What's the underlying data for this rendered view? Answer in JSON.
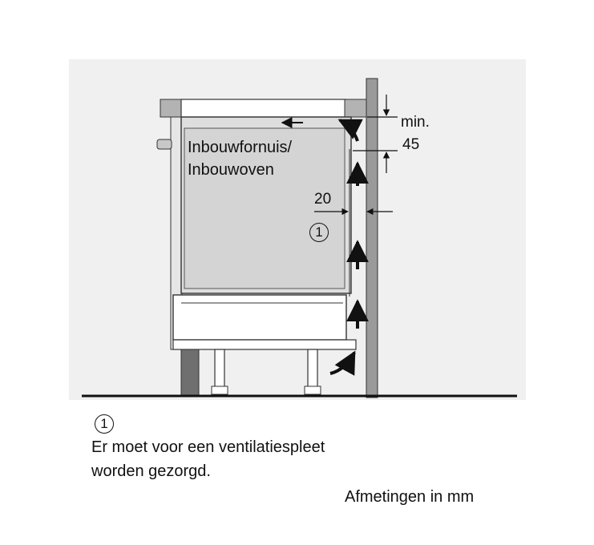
{
  "diagram": {
    "appliance_label_line1": "Inbouwfornuis/",
    "appliance_label_line2": "Inbouwoven",
    "gap_label": "20",
    "marker_1": "1",
    "min_label_line1": "min.",
    "min_label_line2": "45"
  },
  "note": {
    "marker": "1",
    "line1": "Er moet voor een ventilatiespleet",
    "line2": "worden gezorgd.",
    "units": "Afmetingen in mm"
  }
}
